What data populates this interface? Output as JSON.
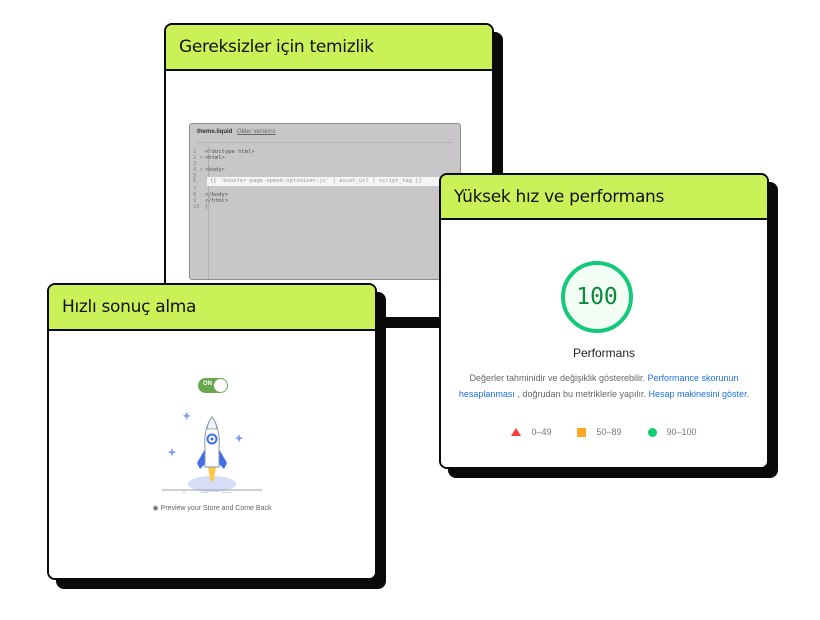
{
  "cards": {
    "cleanup": {
      "title": "Gereksizler için temizlik",
      "editor": {
        "file_name": "theme.liquid",
        "older_versions_link": "Older versions",
        "lines": [
          {
            "n": "1",
            "code": "<!doctype html>"
          },
          {
            "n": "2 ▾",
            "code": "<html>"
          },
          {
            "n": "3",
            "code": ""
          },
          {
            "n": "4 ▾",
            "code": "<body>"
          },
          {
            "n": "5",
            "code": ""
          },
          {
            "n": "6",
            "code": "{{ 'booster-page-speed-optimizer.js' | asset_url | script_tag }}"
          },
          {
            "n": "7",
            "code": ""
          },
          {
            "n": "8",
            "code": "</body>"
          },
          {
            "n": "9",
            "code": "</html>"
          },
          {
            "n": "10",
            "code": "|"
          }
        ]
      }
    },
    "speed": {
      "title": "Yüksek hız ve performans",
      "score": "100",
      "score_label": "Performans",
      "score_color": "#0cce6b",
      "description": {
        "part1": "Değerler tahminidir ve değişiklik gösterebilir. ",
        "link1": "Performance skorunun hesaplanması",
        "part2": " , doğrudan bu metriklerle yapılır. ",
        "link2": "Hesap makinesini göster",
        "part3": "."
      },
      "legend": [
        {
          "icon": "triangle-icon",
          "range": "0–49",
          "color": "#ff3b3b"
        },
        {
          "icon": "square-icon",
          "range": "50–89",
          "color": "#ffa723"
        },
        {
          "icon": "circle-icon",
          "range": "90–100",
          "color": "#0cce6b"
        }
      ]
    },
    "fast": {
      "title": "Hızlı sonuç alma",
      "toggle_label": "ON",
      "preview_text": "Preview your Store and Come Back"
    }
  },
  "colors": {
    "header_bg": "#cbf159",
    "border": "#0a0a0a"
  }
}
